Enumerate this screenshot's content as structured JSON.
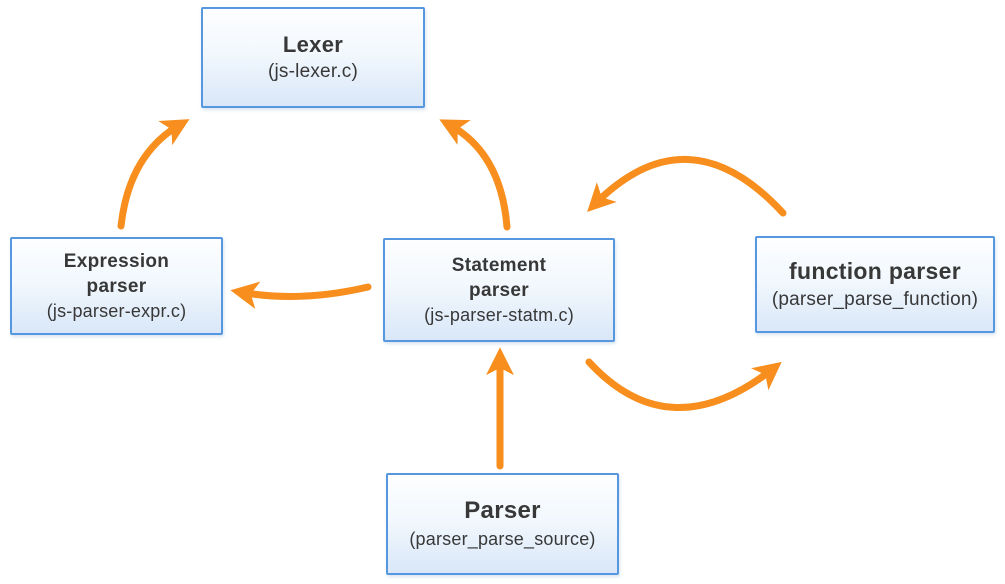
{
  "diagram": {
    "background_color": "#FFFFFF",
    "arrow_color": "#F78E1D",
    "box_border_color": "#5697E0",
    "box_fill_top": "#FDFEFF",
    "box_fill_bottom": "#D9E7F8",
    "text_color": "#383838",
    "nodes": {
      "lexer": {
        "title": "Lexer",
        "subtitle": "(js-lexer.c)"
      },
      "expression_parser": {
        "title": "Expression\nparser",
        "subtitle": "(js-parser-expr.c)"
      },
      "statement_parser": {
        "title": "Statement\nparser",
        "subtitle": "(js-parser-statm.c)"
      },
      "function_parser": {
        "title": "function parser",
        "subtitle": "(parser_parse_function)"
      },
      "parser": {
        "title": "Parser",
        "subtitle": "(parser_parse_source)"
      }
    },
    "edges": [
      {
        "from": "expression_parser",
        "to": "lexer"
      },
      {
        "from": "statement_parser",
        "to": "lexer"
      },
      {
        "from": "statement_parser",
        "to": "expression_parser"
      },
      {
        "from": "function_parser",
        "to": "statement_parser"
      },
      {
        "from": "statement_parser",
        "to": "function_parser"
      },
      {
        "from": "parser",
        "to": "statement_parser"
      }
    ]
  }
}
